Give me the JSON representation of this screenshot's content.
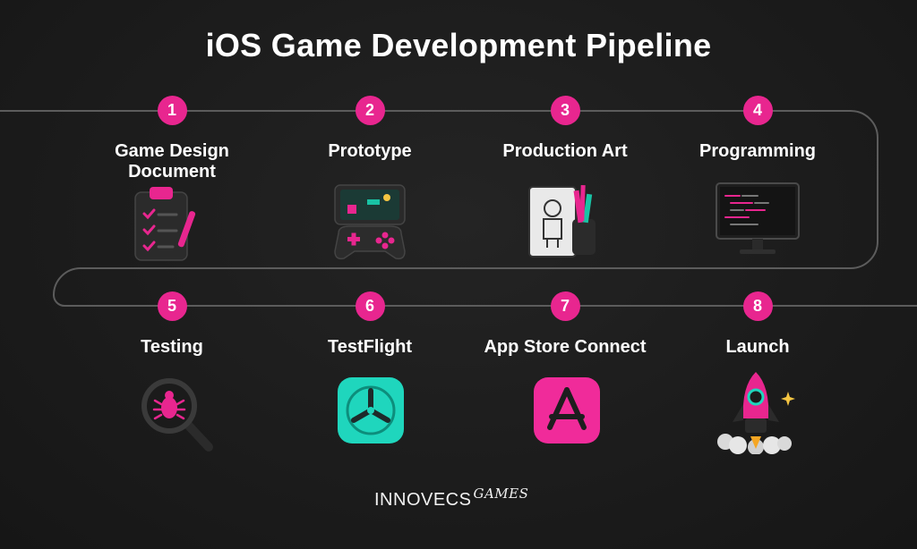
{
  "title": "iOS Game Development Pipeline",
  "accent_color": "#e8268f",
  "steps": [
    {
      "number": "1",
      "label": "Game Design Document",
      "icon": "clipboard-checklist-icon"
    },
    {
      "number": "2",
      "label": "Prototype",
      "icon": "game-controller-phone-icon"
    },
    {
      "number": "3",
      "label": "Production Art",
      "icon": "sketchpad-pencils-icon"
    },
    {
      "number": "4",
      "label": "Programming",
      "icon": "code-monitor-icon"
    },
    {
      "number": "5",
      "label": "Testing",
      "icon": "bug-magnifier-icon"
    },
    {
      "number": "6",
      "label": "TestFlight",
      "icon": "testflight-app-icon"
    },
    {
      "number": "7",
      "label": "App Store Connect",
      "icon": "app-store-icon"
    },
    {
      "number": "8",
      "label": "Launch",
      "icon": "rocket-icon"
    }
  ],
  "brand": {
    "name": "INNOVECS",
    "suffix": "GAMES"
  }
}
